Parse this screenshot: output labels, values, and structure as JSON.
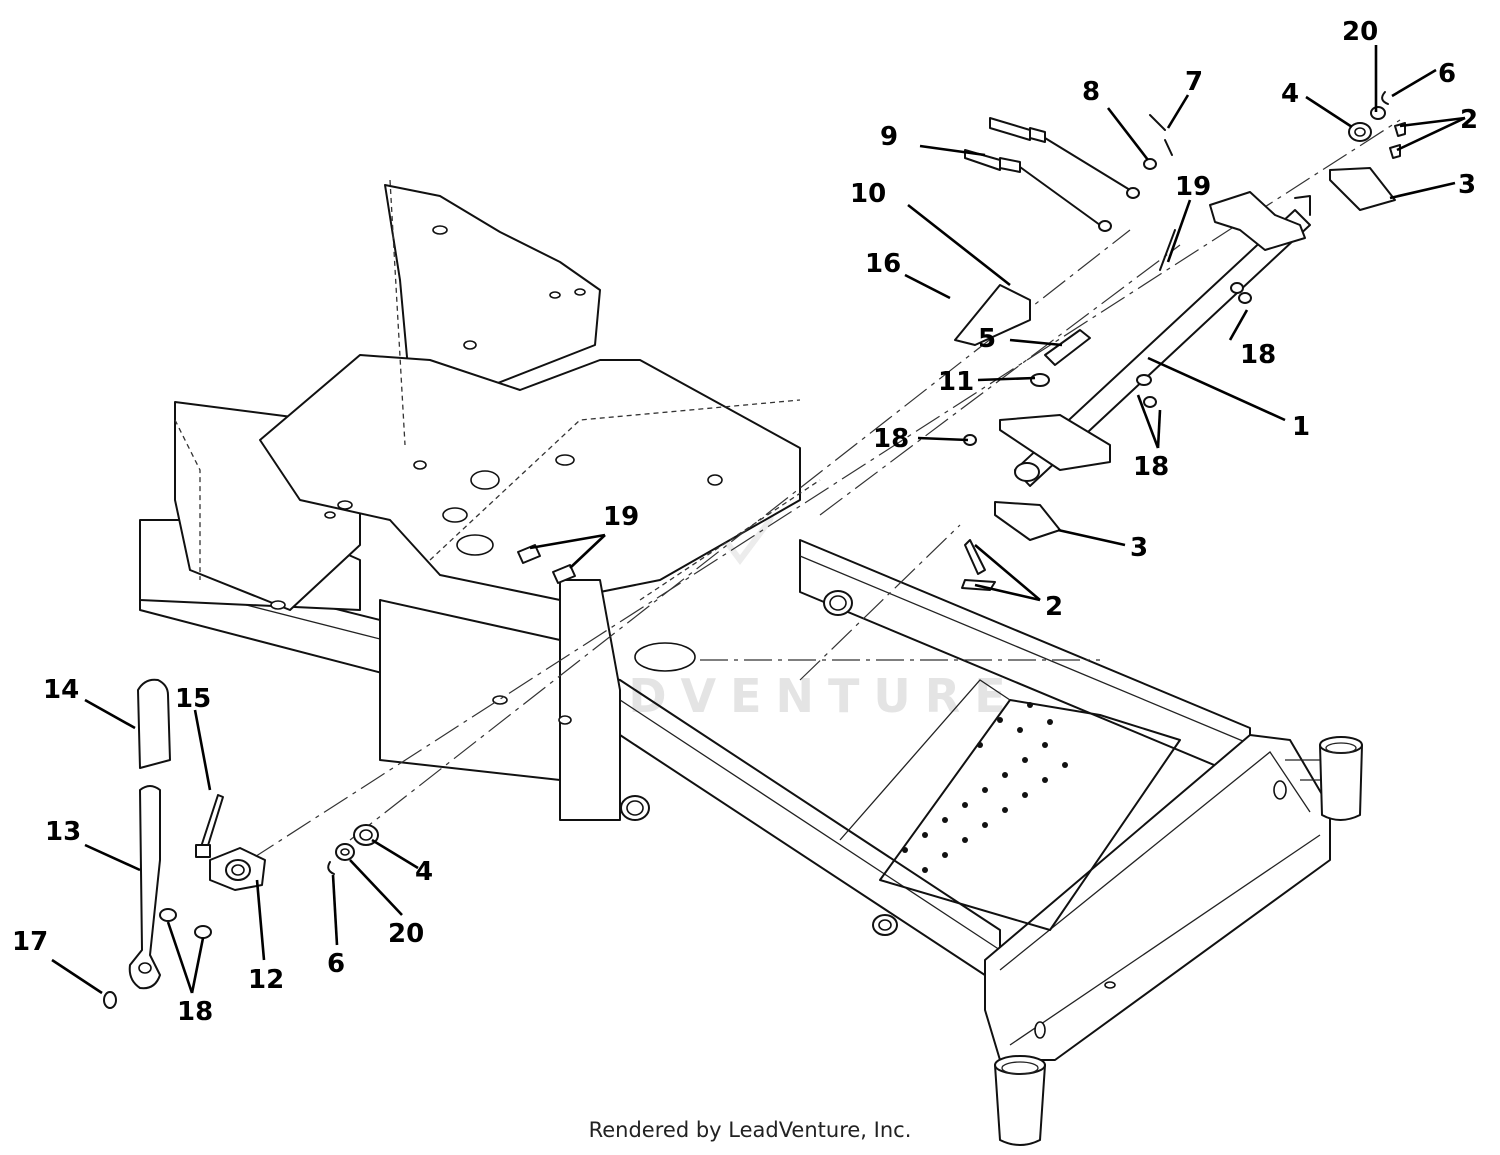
{
  "watermark_text": "LEADVENTURE",
  "credit": "Rendered by LeadVenture, Inc.",
  "callouts": [
    "20",
    "6",
    "4",
    "2",
    "3",
    "7",
    "8",
    "9",
    "19",
    "10",
    "16",
    "5",
    "18",
    "11",
    "1",
    "18",
    "18",
    "3",
    "2",
    "19",
    "14",
    "15",
    "13",
    "4",
    "20",
    "6",
    "12",
    "18",
    "17"
  ]
}
